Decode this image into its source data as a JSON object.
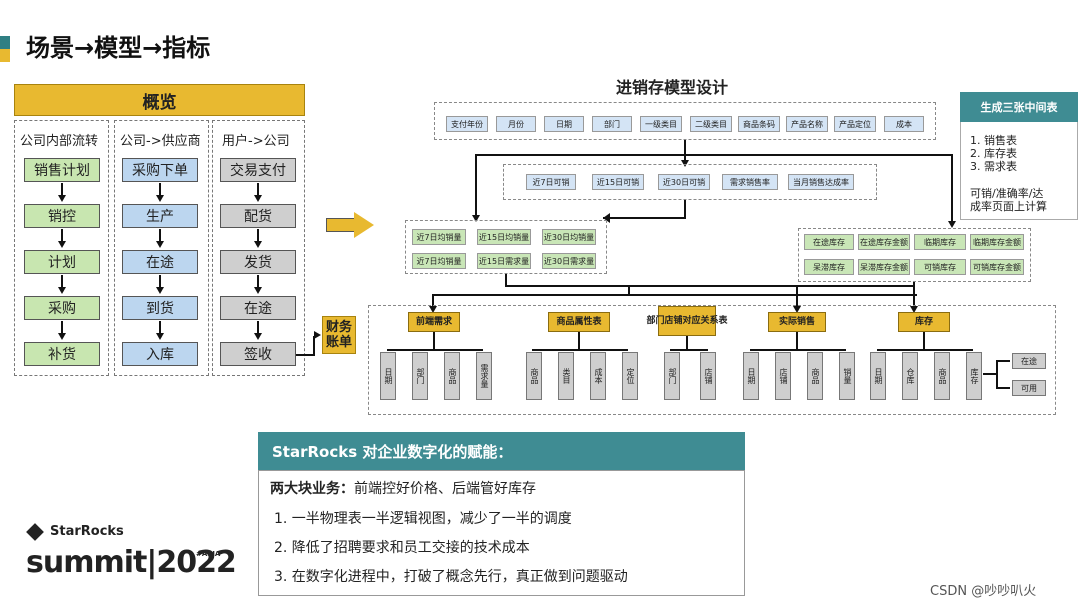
{
  "header": {
    "title": "场景→模型→指标"
  },
  "overview": {
    "title": "概览",
    "columns": [
      {
        "header": "公司内部流转",
        "items": [
          "销售计划",
          "销控",
          "计划",
          "采购",
          "补货"
        ]
      },
      {
        "header": "公司->供应商",
        "items": [
          "采购下单",
          "生产",
          "在途",
          "到货",
          "入库"
        ]
      },
      {
        "header": "用户->公司",
        "items": [
          "交易支付",
          "配货",
          "发货",
          "在途",
          "签收"
        ]
      }
    ],
    "finance": "财务账单",
    "colors": {
      "col1": "#c8e6b0",
      "col2": "#bcd6ef",
      "col3": "#cfcfcf",
      "accent": "#e8b930"
    }
  },
  "model": {
    "title": "进销存模型设计",
    "dims": [
      "支付年份",
      "月份",
      "日期",
      "部门",
      "一级类目",
      "二级类目",
      "商品条码",
      "产品名称",
      "产品定位",
      "成本"
    ],
    "ranges": [
      "近7日可销",
      "近15日可销",
      "近30日可销",
      "需求销售率",
      "当月销售达成率"
    ],
    "left_metrics": [
      "近7日均销量",
      "近15日均销量",
      "近30日均销量",
      "近7日均销量",
      "近15日需求量",
      "近30日需求量"
    ],
    "right_metrics": [
      "在途库存",
      "在途库存金额",
      "临期库存",
      "临期库存金额",
      "呆滞库存",
      "呆滞库存金额",
      "可销库存",
      "可销库存金额"
    ],
    "categories": [
      {
        "label": "前端需求",
        "leaves": [
          "日期",
          "部门",
          "商品",
          "需求量"
        ]
      },
      {
        "label": "商品属性表",
        "leaves": [
          "商品",
          "类目",
          "成本",
          "定位"
        ]
      },
      {
        "label": "部门店铺对应关系表",
        "leaves": [
          "部门",
          "店铺"
        ]
      },
      {
        "label": "实际销售",
        "leaves": [
          "日期",
          "店铺",
          "商品",
          "销量"
        ]
      },
      {
        "label": "库存",
        "leaves": [
          "日期",
          "仓库",
          "商品",
          "库存"
        ]
      }
    ],
    "stock_types": [
      "在途",
      "可用"
    ]
  },
  "side": {
    "title": "生成三张中间表",
    "items": [
      "1. 销售表",
      "2. 库存表",
      "3. 需求表"
    ],
    "note1": "可销/准确率/达",
    "note2": "成率页面上计算"
  },
  "starrocks": {
    "title": "StarRocks 对企业数字化的赋能：",
    "lead_bold": "两大块业务：",
    "lead_rest": "前端控好价格、后端管好库存",
    "points": [
      "1.  一半物理表一半逻辑视图，减少了一半的调度",
      "2.  降低了招聘要求和员工交接的技术成本",
      "3.  在数字化进程中，打破了概念先行，真正做到问题驱动"
    ]
  },
  "brand": {
    "name": "StarRocks",
    "event": "summit|2022",
    "region": "#ASIA"
  },
  "watermark": "CSDN @吵吵叭火"
}
